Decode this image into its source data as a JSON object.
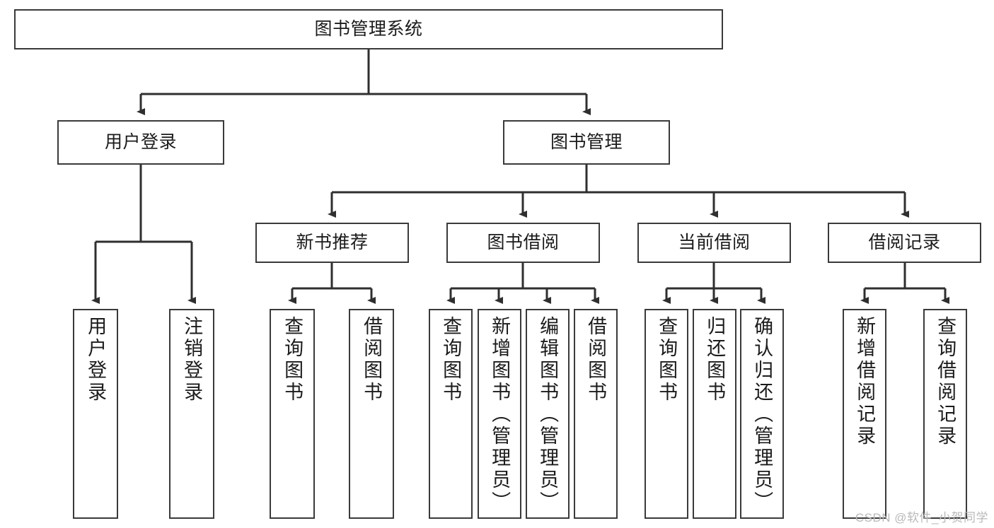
{
  "diagram": {
    "title": "图书管理系统",
    "type": "hierarchy-tree",
    "root": {
      "label": "图书管理系统"
    },
    "level1": [
      {
        "label": "用户登录"
      },
      {
        "label": "图书管理"
      }
    ],
    "level2": [
      {
        "label": "新书推荐"
      },
      {
        "label": "图书借阅"
      },
      {
        "label": "当前借阅"
      },
      {
        "label": "借阅记录"
      }
    ],
    "leaves": {
      "user_login": [
        {
          "label": "用户登录"
        },
        {
          "label": "注销登录"
        }
      ],
      "new_book_recommend": [
        {
          "label": "查询图书"
        },
        {
          "label": "借阅图书"
        }
      ],
      "book_borrow": [
        {
          "label": "查询图书"
        },
        {
          "label": "新增图书（管理员）"
        },
        {
          "label": "编辑图书（管理员）"
        },
        {
          "label": "借阅图书"
        }
      ],
      "current_borrow": [
        {
          "label": "查询图书"
        },
        {
          "label": "归还图书"
        },
        {
          "label": "确认归还（管理员）"
        }
      ],
      "borrow_record": [
        {
          "label": "新增借阅记录"
        },
        {
          "label": "查询借阅记录"
        }
      ]
    }
  },
  "watermark": {
    "text": "CSDN @软件_小贺同学"
  },
  "colors": {
    "box_border": "#3a3a3a",
    "box_fill": "#ffffff",
    "connector": "#2f2f2f",
    "text": "#1b1b1b",
    "watermark": "#b9b9b9"
  }
}
